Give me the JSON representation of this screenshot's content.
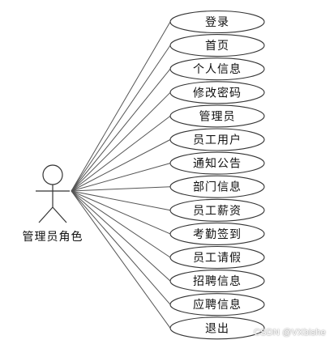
{
  "actor": {
    "label": "管理员角色"
  },
  "use_cases": [
    "登录",
    "首页",
    "个人信息",
    "修改密码",
    "管理员",
    "员工用户",
    "通知公告",
    "部门信息",
    "员工薪资",
    "考勤签到",
    "员工请假",
    "招聘信息",
    "应聘信息",
    "退出"
  ],
  "watermark": "CSDN @VXbishe",
  "colors": {
    "stroke": "#333333",
    "line": "#555555",
    "fill": "#ffffff"
  }
}
